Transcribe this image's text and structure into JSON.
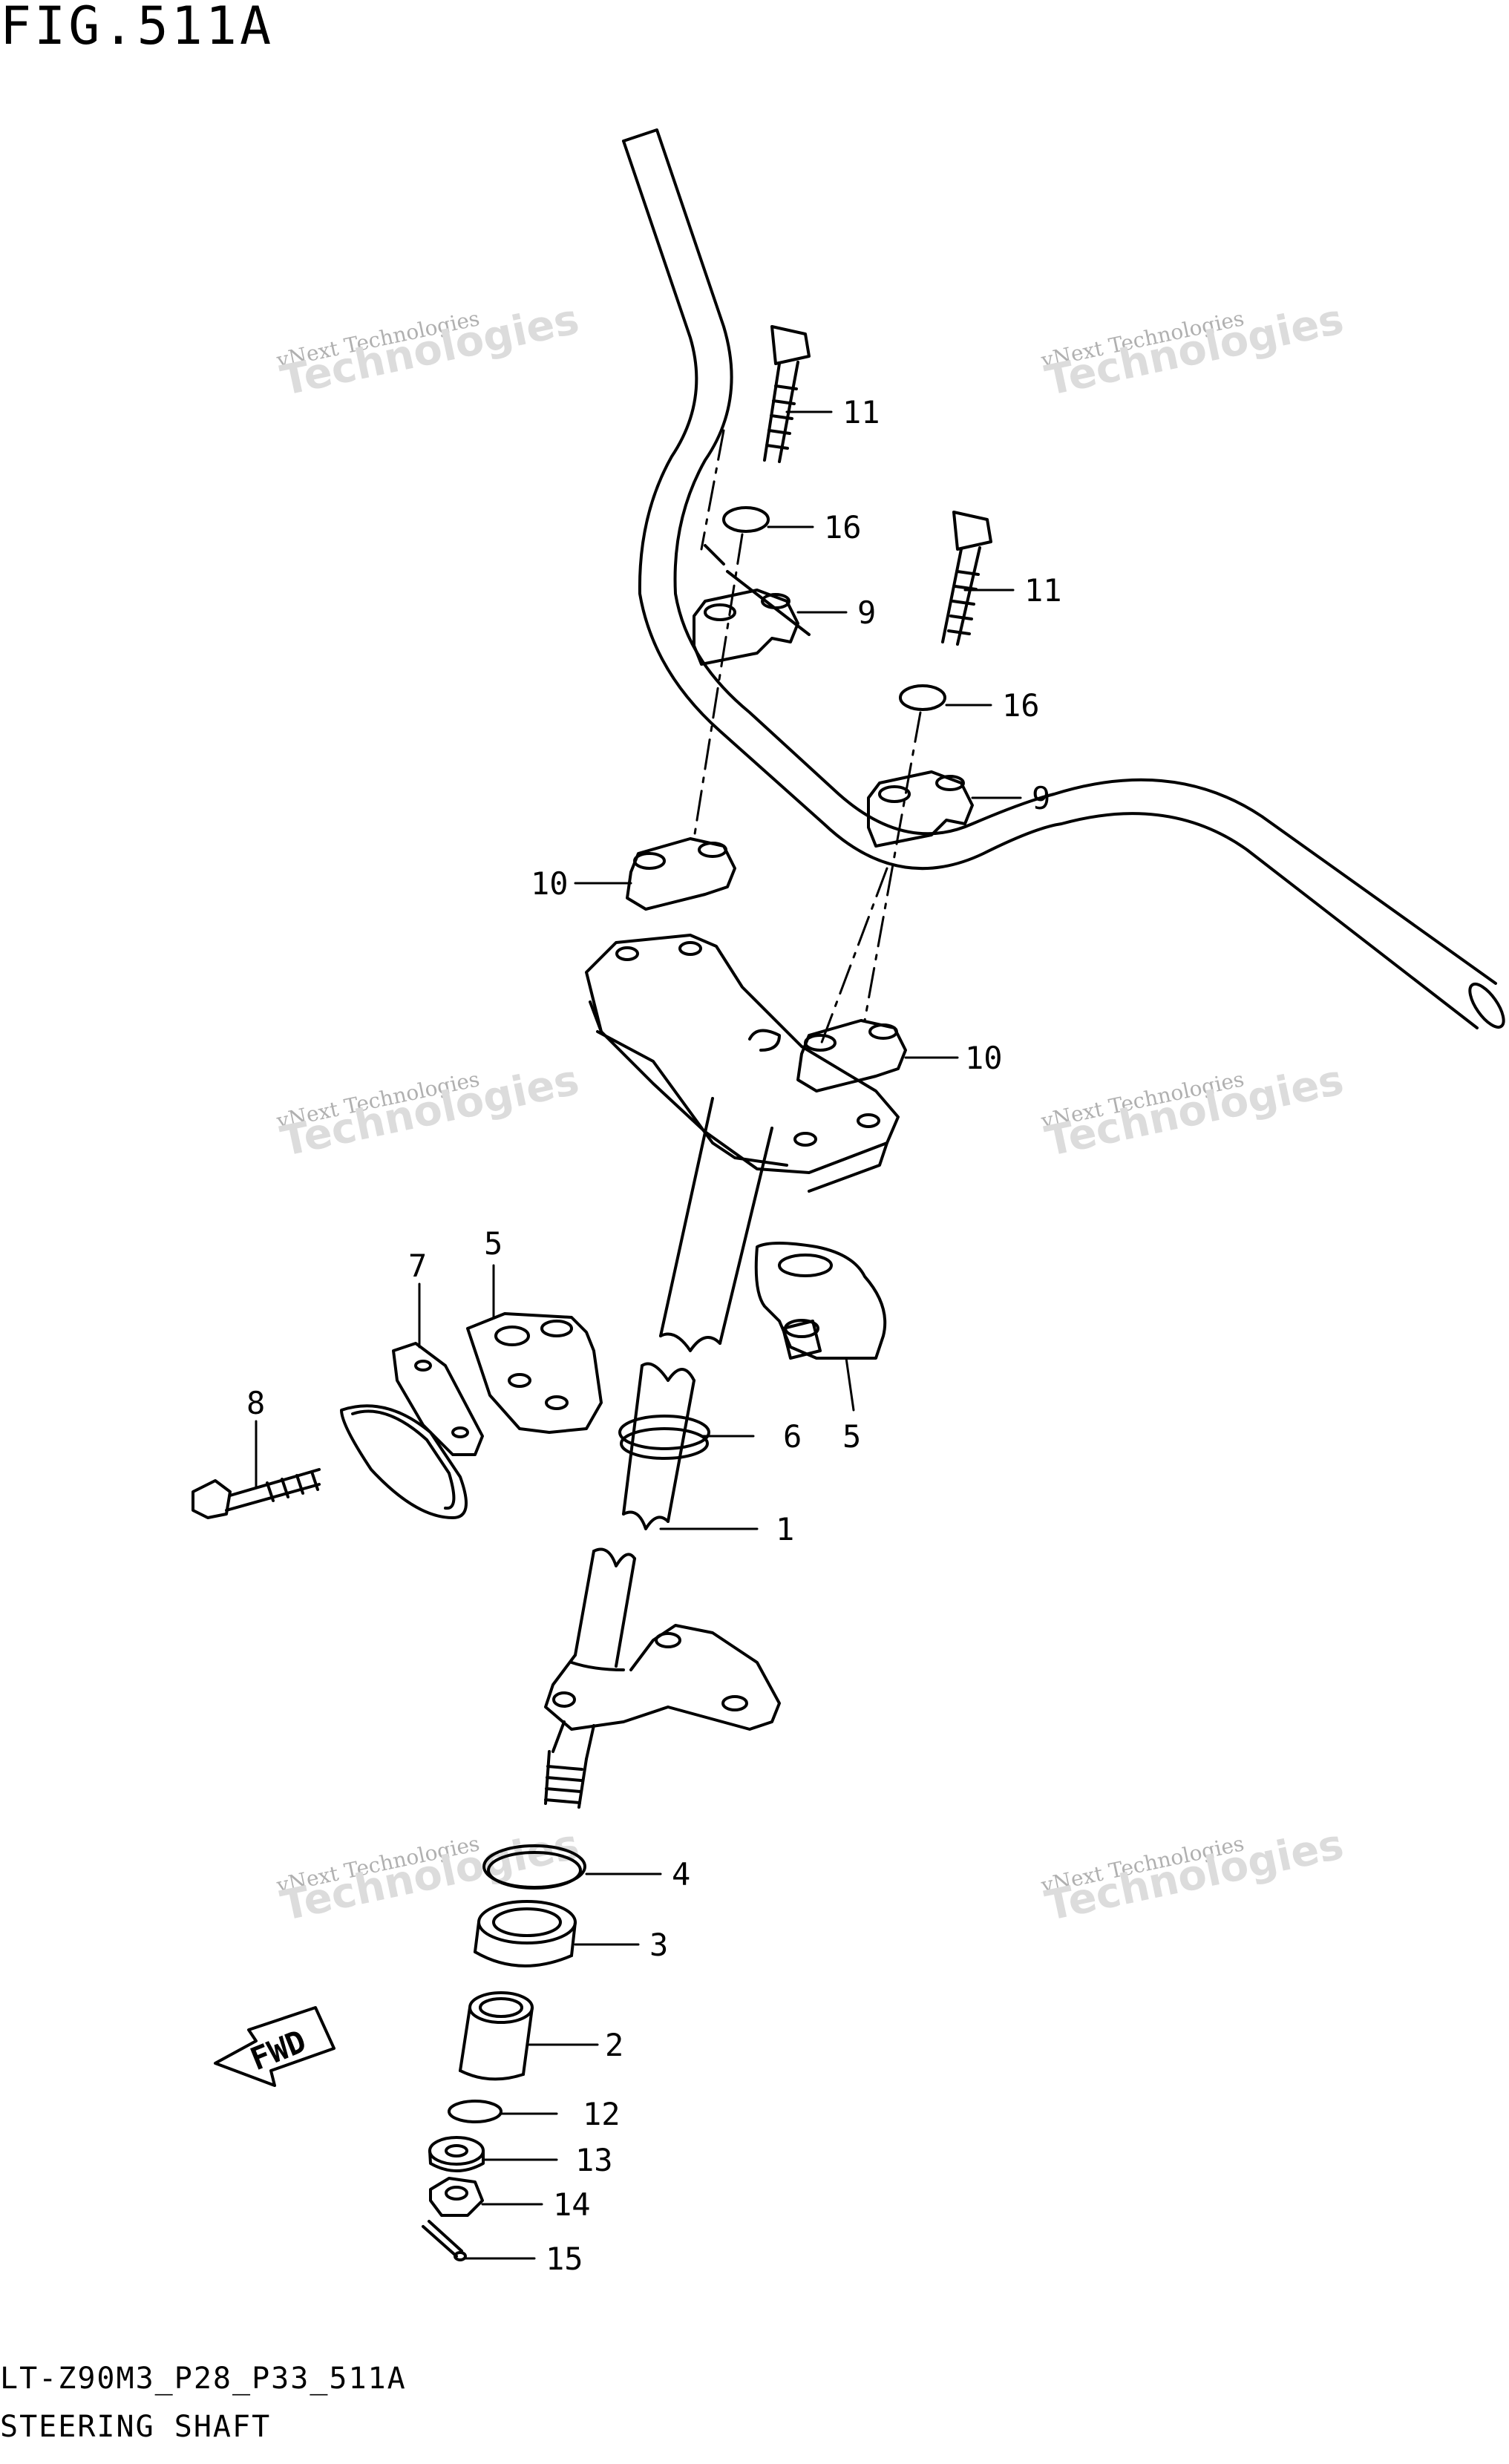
{
  "header": {
    "figure_title": "FIG.511A"
  },
  "footer": {
    "diagram_code": "LT-Z90M3_P28_P33_511A",
    "assembly_name": "STEERING SHAFT"
  },
  "watermark": {
    "line1": "vNext Technologies",
    "line2": "Technologies"
  },
  "fwd_label": "FWD",
  "callouts": {
    "c1": "1",
    "c2": "2",
    "c3": "3",
    "c4": "4",
    "c5a": "5",
    "c5b": "5",
    "c6": "6",
    "c7": "7",
    "c8": "8",
    "c9a": "9",
    "c9b": "9",
    "c10a": "10",
    "c10b": "10",
    "c11a": "11",
    "c11b": "11",
    "c12": "12",
    "c13": "13",
    "c14": "14",
    "c15": "15",
    "c16a": "16",
    "c16b": "16"
  },
  "colors": {
    "line": "#000000",
    "watermark": "#c8c8c8",
    "background": "#ffffff"
  }
}
